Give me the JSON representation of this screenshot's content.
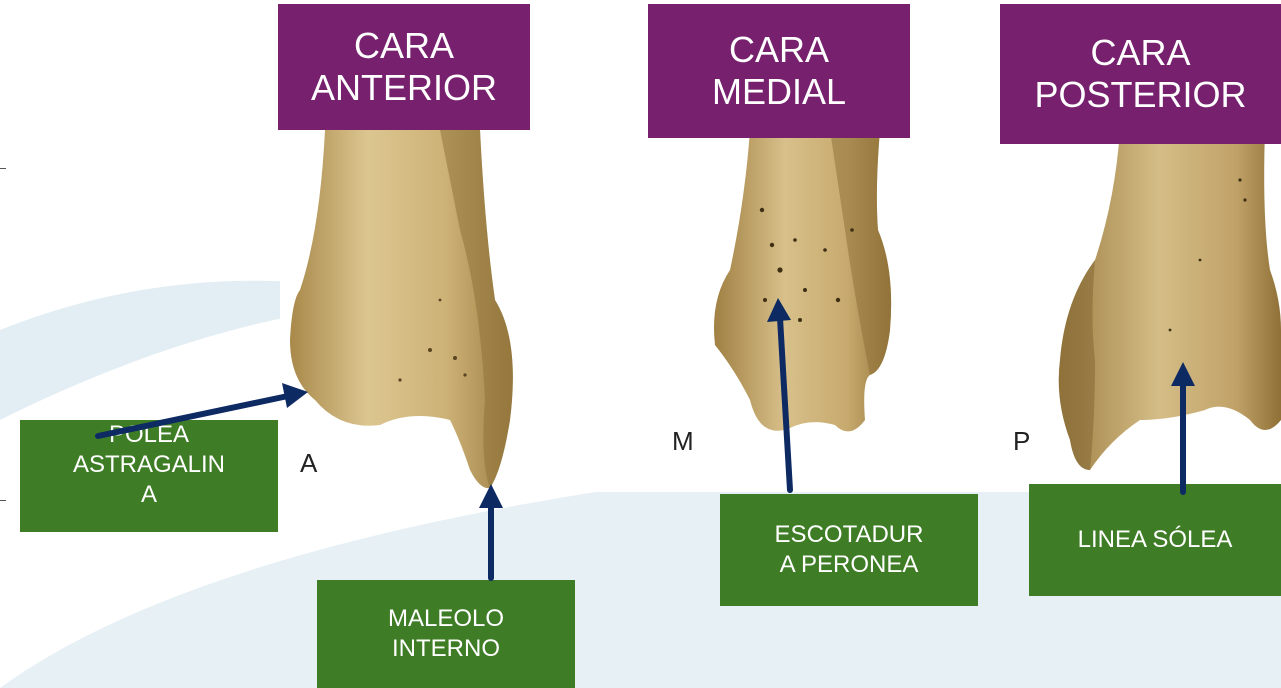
{
  "colors": {
    "title_bg": "#76206e",
    "label_bg": "#3e7d26",
    "arrow": "#0d2a63",
    "bone_light": "#d9c28a",
    "bone_dark": "#8a6f3a",
    "background_swoosh": "#e2eef4"
  },
  "titles": {
    "anterior": {
      "line1": "CARA",
      "line2": "ANTERIOR"
    },
    "medial": {
      "line1": "CARA",
      "line2": "MEDIAL"
    },
    "posterior": {
      "line1": "CARA",
      "line2": "POSTERIOR"
    }
  },
  "view_letters": {
    "anterior": "A",
    "medial": "M",
    "posterior": "P"
  },
  "labels": {
    "polea": {
      "line1": "POLEA",
      "line2": "ASTRAGALIN",
      "line3": "A"
    },
    "maleolo": {
      "line1": "MALEOLO",
      "line2": "INTERNO"
    },
    "escotadura": {
      "line1": "ESCOTADUR",
      "line2": "A PERONEA"
    },
    "linea": {
      "line1": "LINEA SÓLEA"
    }
  }
}
